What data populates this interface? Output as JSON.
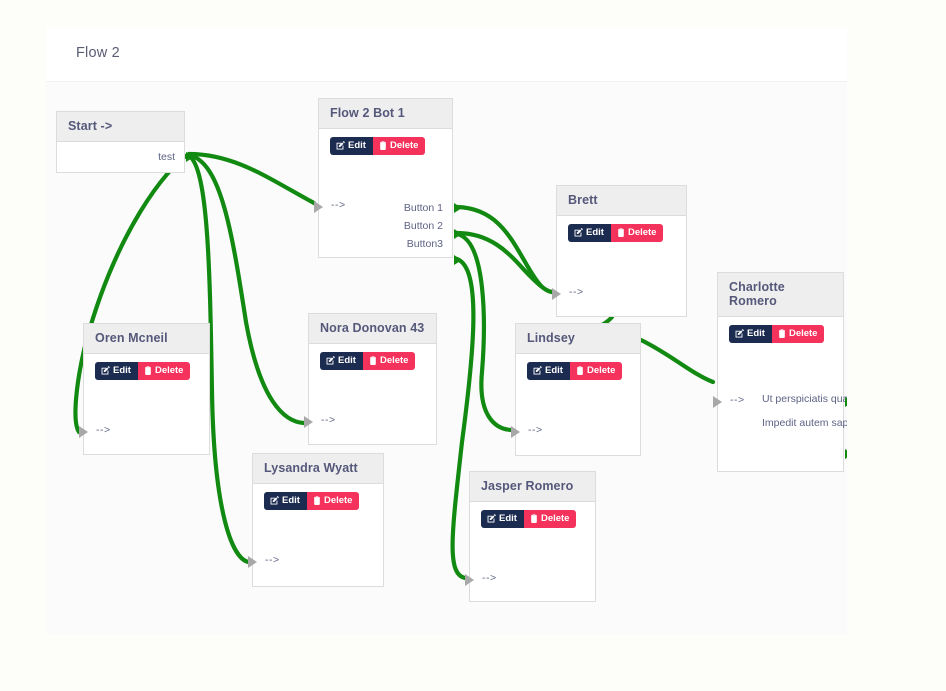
{
  "header": {
    "title": "Flow 2"
  },
  "buttons": {
    "edit_label": "Edit",
    "delete_label": "Delete",
    "edit_icon": "pencil-square-icon",
    "delete_icon": "trash-icon"
  },
  "colors": {
    "edge": "#128a12",
    "edit_button": "#1c2c51",
    "delete_button": "#f5325c",
    "node_header": "#eeeeee",
    "node_border": "#dcdcdc",
    "title_text": "#5a5c74",
    "canvas": "#fbfbfb",
    "page": "#fdfdfa"
  },
  "nodes": [
    {
      "id": "start",
      "title": "Start ->",
      "has_actions": false,
      "inputs": [],
      "outputs": [
        "test"
      ]
    },
    {
      "id": "bot1",
      "title": "Flow 2 Bot 1",
      "has_actions": true,
      "inputs": [
        "-->"
      ],
      "outputs": [
        "Button 1",
        "Button 2",
        "Button3"
      ]
    },
    {
      "id": "brett",
      "title": "Brett",
      "has_actions": true,
      "inputs": [
        "-->"
      ],
      "outputs": []
    },
    {
      "id": "charlotte",
      "title": "Charlotte Romero",
      "has_actions": true,
      "inputs": [
        "-->"
      ],
      "outputs": [
        "Ut perspiciatis qua",
        "Impedit autem sapie"
      ]
    },
    {
      "id": "oren",
      "title": "Oren Mcneil",
      "has_actions": true,
      "inputs": [
        "-->"
      ],
      "outputs": []
    },
    {
      "id": "nora",
      "title": "Nora Donovan 43",
      "has_actions": true,
      "inputs": [
        "-->"
      ],
      "outputs": []
    },
    {
      "id": "lindsey",
      "title": "Lindsey",
      "has_actions": true,
      "inputs": [
        "-->"
      ],
      "outputs": []
    },
    {
      "id": "lysandra",
      "title": "Lysandra Wyatt",
      "has_actions": true,
      "inputs": [
        "-->"
      ],
      "outputs": []
    },
    {
      "id": "jasper",
      "title": "Jasper Romero",
      "has_actions": true,
      "inputs": [
        "-->"
      ],
      "outputs": []
    }
  ],
  "labels": {
    "start_title": "Start ->",
    "start_out": "test",
    "bot1_title": "Flow 2 Bot 1",
    "bot1_in": "-->",
    "bot1_out_1": "Button 1",
    "bot1_out_2": "Button 2",
    "bot1_out_3": "Button3",
    "brett_title": "Brett",
    "brett_in": "-->",
    "charlotte_title": "Charlotte Romero",
    "charlotte_in": "-->",
    "charlotte_out_1": "Ut perspiciatis qua",
    "charlotte_out_2": "Impedit autem sapie",
    "oren_title": "Oren Mcneil",
    "oren_in": "-->",
    "nora_title": "Nora Donovan 43",
    "nora_in": "-->",
    "lindsey_title": "Lindsey",
    "lindsey_in": "-->",
    "lysandra_title": "Lysandra Wyatt",
    "lysandra_in": "-->",
    "jasper_title": "Jasper Romero",
    "jasper_in": "-->"
  },
  "edges": [
    {
      "from": "start.test",
      "to": "oren.in"
    },
    {
      "from": "start.test",
      "to": "bot1.in"
    },
    {
      "from": "start.test",
      "to": "nora.in"
    },
    {
      "from": "start.test",
      "to": "lysandra.in"
    },
    {
      "from": "bot1.Button 1",
      "to": "brett.in"
    },
    {
      "from": "bot1.Button 2",
      "to": "brett.in"
    },
    {
      "from": "bot1.Button 2",
      "to": "lindsey.in"
    },
    {
      "from": "bot1.Button3",
      "to": "jasper.in"
    },
    {
      "from": "brett.out",
      "to": "lindsey.in"
    },
    {
      "from": "lindsey.out",
      "to": "charlotte.in"
    }
  ]
}
